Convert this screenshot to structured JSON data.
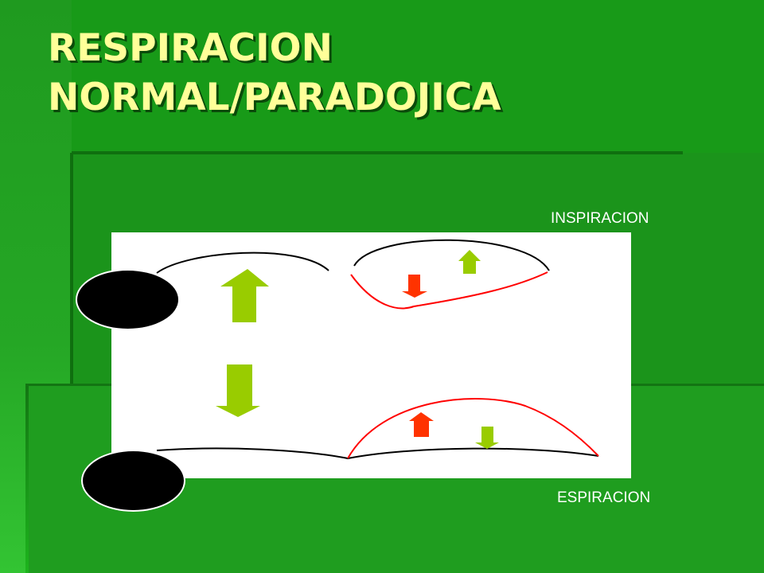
{
  "slide": {
    "title_lines": [
      "RESPIRACION",
      "NORMAL/PARADOJICA"
    ],
    "labels": {
      "inspiration": "INSPIRACION",
      "expiration": "ESPIRACION"
    }
  },
  "colors": {
    "background": "#189a18",
    "title": "#ffff99",
    "normal_curve": "#000000",
    "paradoxical_curve": "#ff0000",
    "arrow_green": "#99cc00",
    "arrow_red": "#ff3300"
  },
  "icons": {
    "arrow_up": "arrow-up-icon",
    "arrow_down": "arrow-down-icon"
  }
}
